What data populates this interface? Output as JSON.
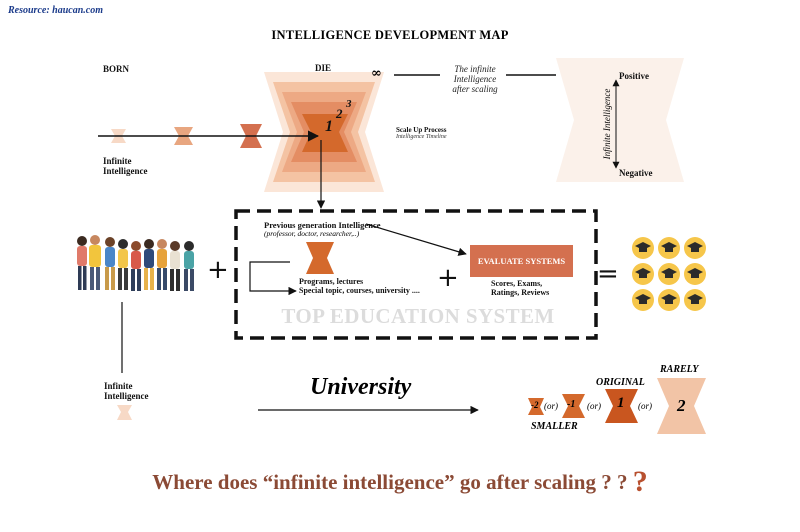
{
  "resource": "Resource: haucan.com",
  "title": "INTELLIGENCE DEVELOPMENT MAP",
  "born_label": "BORN",
  "die_label": "DIE",
  "infinity": "∞",
  "infinite_intelligence_label": "Infinite\nIntelligence",
  "scaling_note": "The infinite\nIntelligence\nafter scaling",
  "scale_up": {
    "title": "Scale Up Process",
    "subtitle": "Intelligence Timeline"
  },
  "levels": [
    "1",
    "2",
    "3"
  ],
  "axis": {
    "positive": "Positive",
    "negative": "Negative",
    "label": "Infinite Intelligence"
  },
  "prev_generation": {
    "title": "Previous generation Intelligence",
    "subtitle": "(professor, doctor, researcher,..)"
  },
  "programs": "Programs, lectures\nSpecial topic, courses, university ....",
  "evaluate": "EVALUATE SYSTEMS",
  "scores": "Scores, Exams,\nRatings, Reviews",
  "education_system": "TOP EDUCATION SYSTEM",
  "operators": {
    "plus": "+",
    "equals": "="
  },
  "university": "University",
  "sizes": {
    "rarely": "RARELY",
    "original": "ORIGINAL",
    "smaller": "SMALLER",
    "or": "(or)",
    "minus2": "-2",
    "minus1": "-1",
    "one": "1",
    "two": "2"
  },
  "question": {
    "text": "Where does “infinite intelligence” go after scaling ? ?",
    "mark": "?"
  },
  "colors": {
    "brand_orange": "#d4704f",
    "dark_orange": "#c9561f",
    "pale_peach": "#f7d9c6",
    "light_peach": "#f2c4a6",
    "panel_bg": "#fbf1ea",
    "question": "#8b4a35",
    "cap_yellow": "#f6c64a"
  }
}
